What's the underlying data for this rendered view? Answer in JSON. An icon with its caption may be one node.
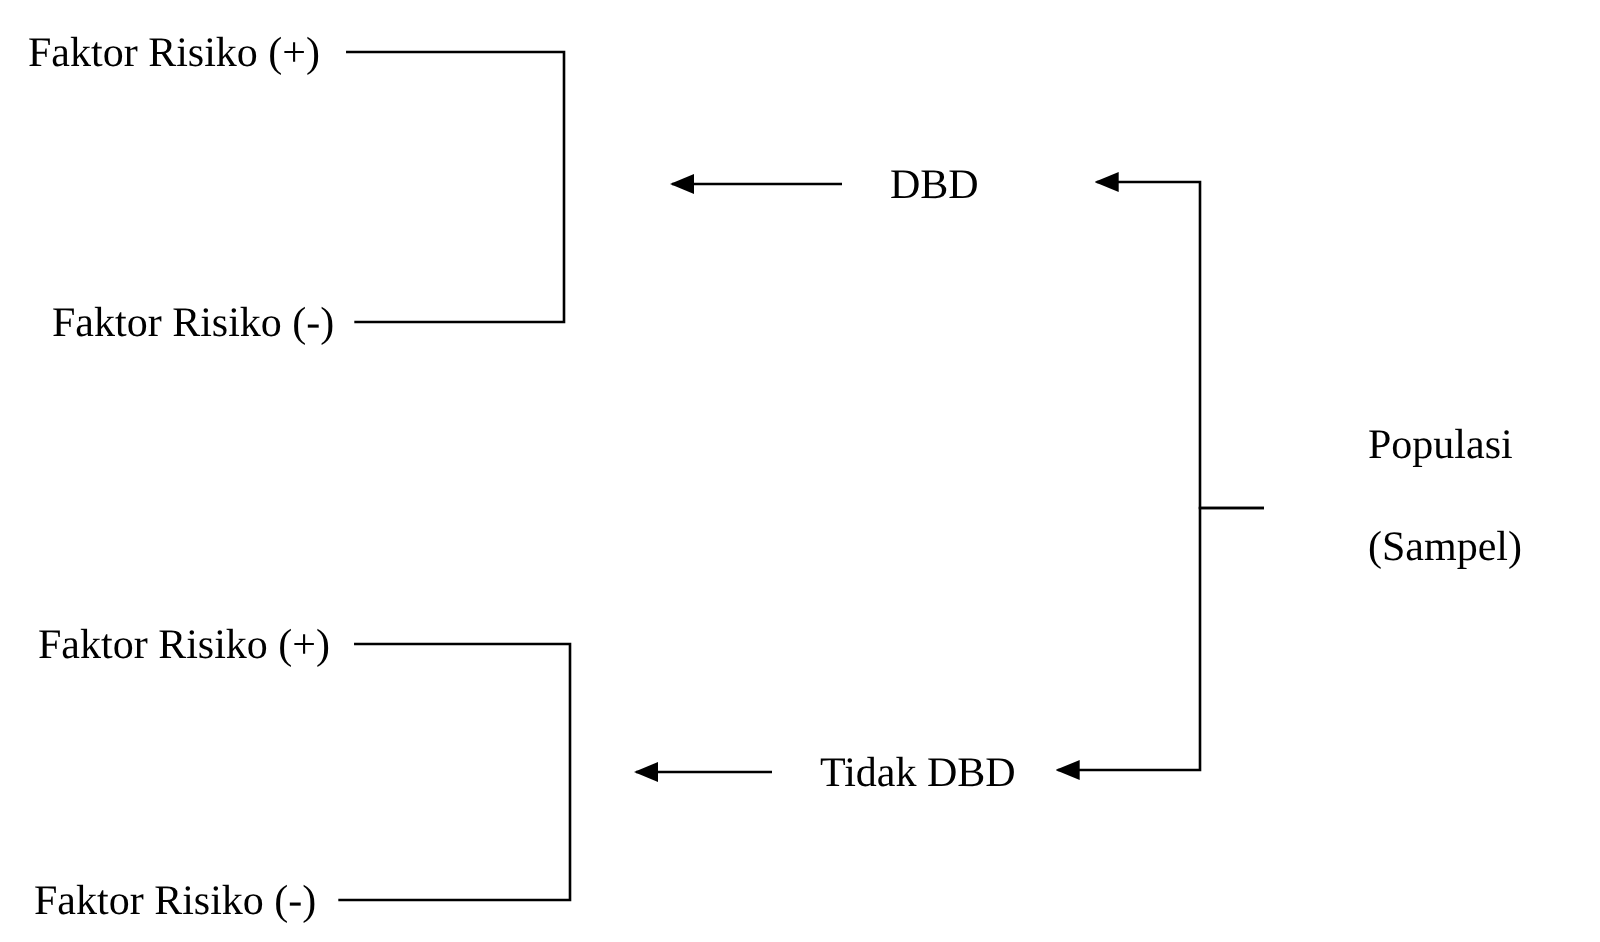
{
  "diagram": {
    "nodes": [
      {
        "text": [
          "Faktor Risiko (+)"
        ]
      },
      {
        "text": [
          "Faktor Risiko (-)"
        ]
      },
      {
        "text": [
          "DBD"
        ]
      },
      {
        "text": [
          "Populasi (Sampel)"
        ]
      },
      {
        "text": [
          "Faktor Risiko (+)"
        ]
      },
      {
        "text": [
          "Tidak DBD"
        ]
      },
      {
        "text": [
          "Faktor Risiko (-)"
        ]
      }
    ],
    "edges": [
      {
        "from": 0,
        "to": 1,
        "arrow": "none"
      },
      {
        "from": 2,
        "to": null,
        "arrow": "to"
      },
      {
        "from": 3,
        "to": 2,
        "arrow": "to"
      },
      {
        "from": 3,
        "to": 5,
        "arrow": "to"
      },
      {
        "from": 4,
        "to": 6,
        "arrow": "none"
      },
      {
        "from": 5,
        "to": null,
        "arrow": "to"
      }
    ]
  }
}
